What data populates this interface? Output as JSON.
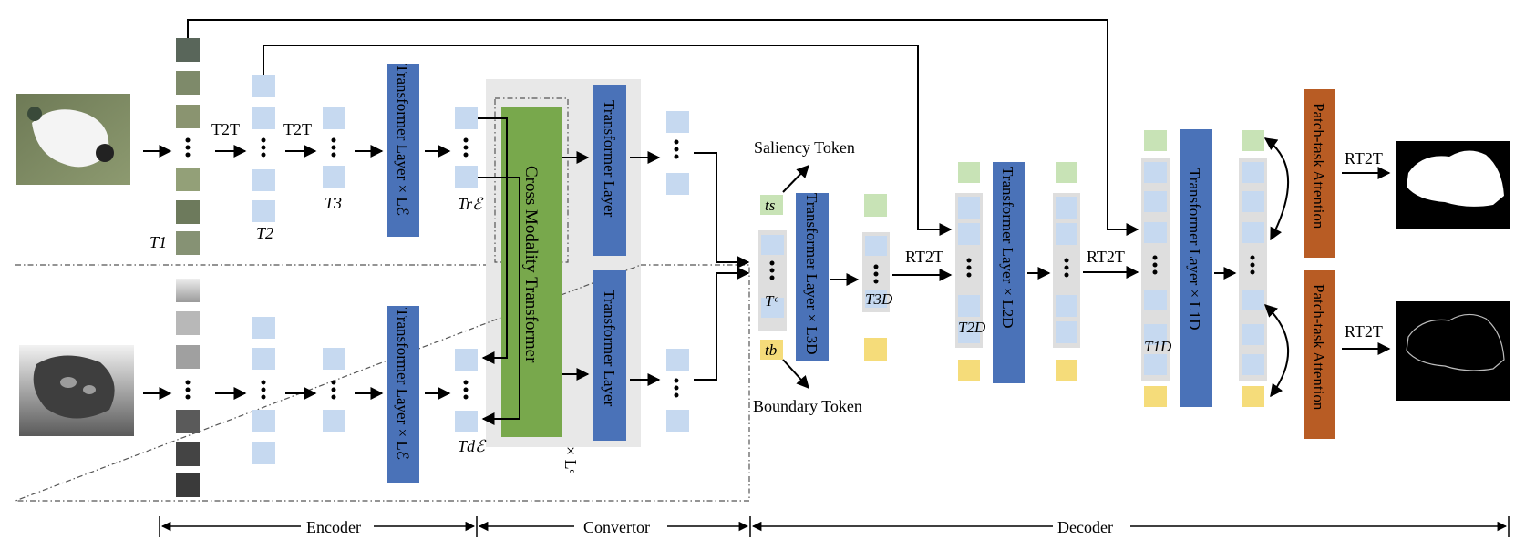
{
  "colors": {
    "token": "#c6d9f0",
    "transformer": "#4a72b8",
    "cmt": "#78a84c",
    "attention": "#b85c24",
    "saliency": "#c8e3b6",
    "boundary": "#f5dc7a",
    "convertor_bg": "#e8e8e8"
  },
  "rgb_branch": {
    "op1": "T2T",
    "op2": "T2T",
    "t1_label": "T1",
    "t2_label": "T2",
    "t3_label": "T3",
    "layer_label": "Transformer Layer × Lℰ",
    "out_label": "Trℰ"
  },
  "depth_branch": {
    "layer_label": "Transformer Layer × Lℰ",
    "out_label": "Tdℰ"
  },
  "convertor": {
    "cmt_label": "Cross Modality Transformer",
    "upper_layer_label": "Transformer Layer",
    "lower_layer_label": "Transformer Layer",
    "repeat_label": "× Lᶜ"
  },
  "decoder": {
    "saliency_token": "Saliency Token",
    "boundary_token": "Boundary Token",
    "ts_label": "ts",
    "tb_label": "tb",
    "tc_label": "Tᶜ",
    "layer3_label": "Transformer Layer × L3D",
    "t3d_label": "T3D",
    "rt2t_1": "RT2T",
    "t2d_label": "T2D",
    "layer2_label": "Transformer Layer × L2D",
    "rt2t_2": "RT2T",
    "t1d_label": "T1D",
    "layer1_label": "Transformer Layer × L1D",
    "attention_top": "Patch-task Attention",
    "attention_bottom": "Patch-task Attention",
    "rt2t_out_top": "RT2T",
    "rt2t_out_bottom": "RT2T"
  },
  "stages": {
    "encoder": "Encoder",
    "convertor": "Convertor",
    "decoder": "Decoder"
  }
}
